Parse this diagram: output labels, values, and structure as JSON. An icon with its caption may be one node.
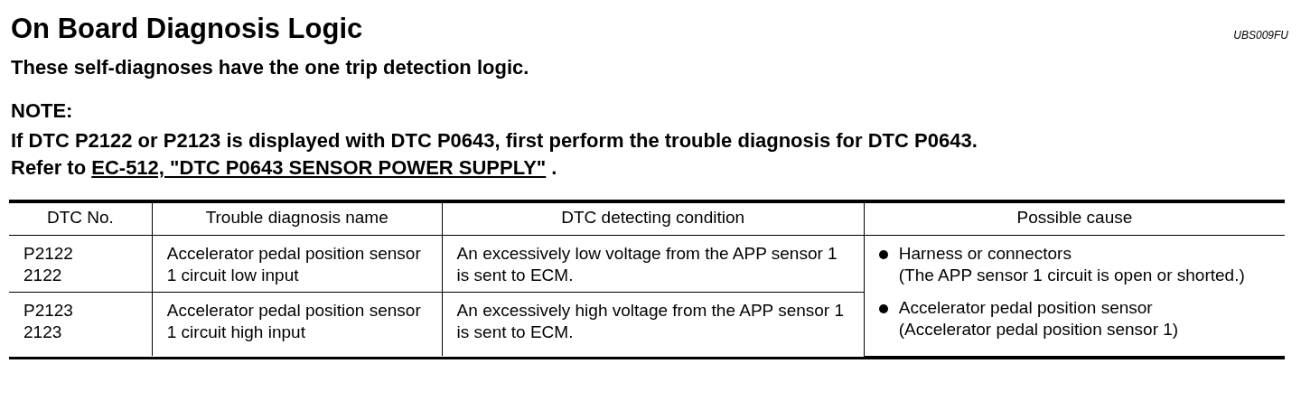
{
  "diagram": {
    "title": "On Board Diagnosis Logic",
    "labels": [
      "UBS009FU",
      "These self-diagnoses have the one trip detection logic.",
      "NOTE:",
      "If DTC P2122 or P2123 is displayed with DTC P0643, first perform the trouble diagnosis for DTC P0643.",
      "Refer to",
      "EC-512, \"DTC P0643 SENSOR POWER SUPPLY\"",
      ".",
      "DTC No.",
      "Trouble diagnosis name",
      "DTC detecting condition",
      "Possible cause",
      "P2122",
      "2122",
      "Accelerator pedal position sensor 1 circuit low input",
      "An excessively low voltage from the APP sensor 1 is sent to ECM.",
      "Harness or connectors",
      "(The APP sensor 1 circuit is open or shorted.)",
      "Accelerator pedal position sensor",
      "(Accelerator pedal position sensor 1)",
      "P2123",
      "2123",
      "Accelerator pedal position sensor 1 circuit high input",
      "An excessively high voltage from the APP sensor 1 is sent to ECM."
    ]
  }
}
